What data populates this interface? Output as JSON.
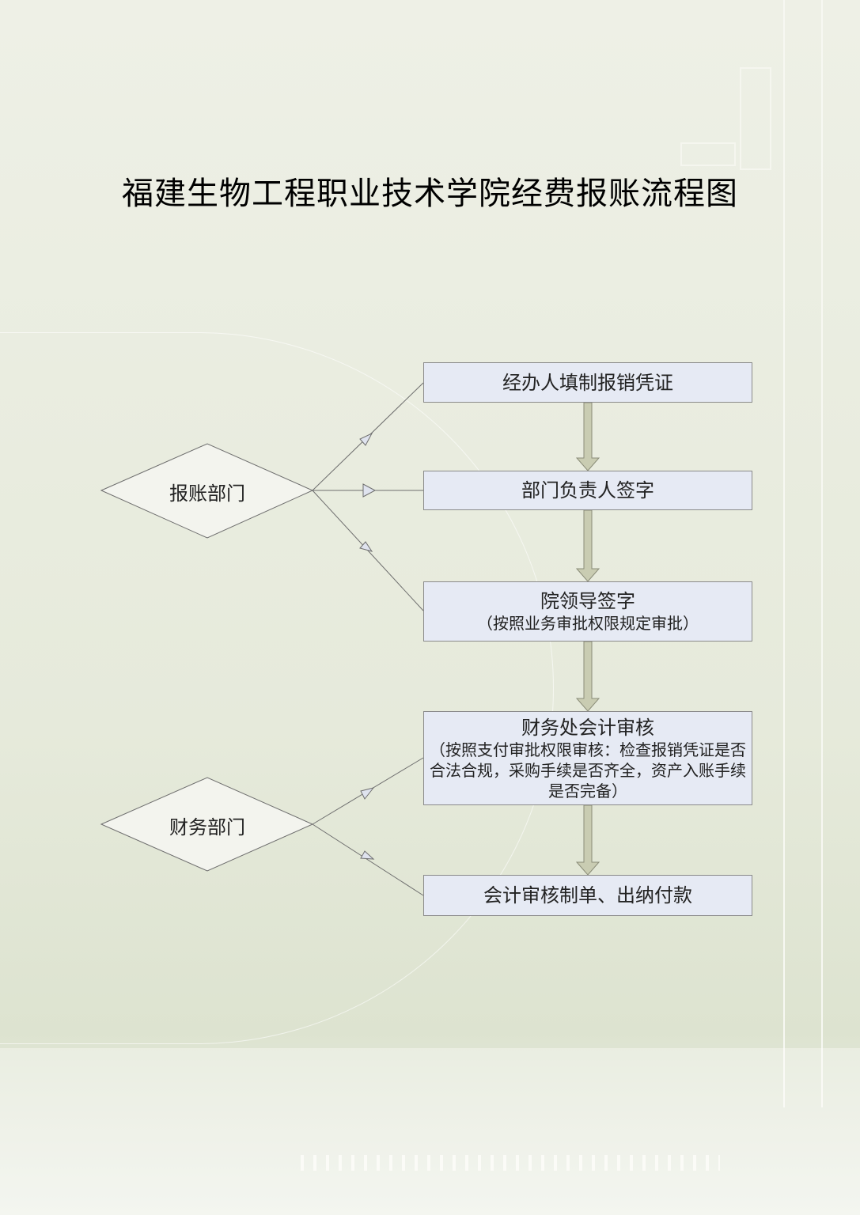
{
  "title": "福建生物工程职业技术学院经费报账流程图",
  "departments": [
    {
      "label": "报账部门"
    },
    {
      "label": "财务部门"
    }
  ],
  "steps": [
    {
      "main": "经办人填制报销凭证",
      "sub": ""
    },
    {
      "main": "部门负责人签字",
      "sub": ""
    },
    {
      "main": "院领导签字",
      "sub": "（按照业务审批权限规定审批）"
    },
    {
      "main": "财务处会计审核",
      "sub": "（按照支付审批权限审核：检查报销凭证是否合法合规，采购手续是否齐全，资产入账手续是否完备）"
    },
    {
      "main": "会计审核制单、出纳付款",
      "sub": ""
    }
  ],
  "colors": {
    "box_fill": "#e6eaf4",
    "arrow_fill": "#c9ccb2",
    "background": "#eceee4"
  }
}
